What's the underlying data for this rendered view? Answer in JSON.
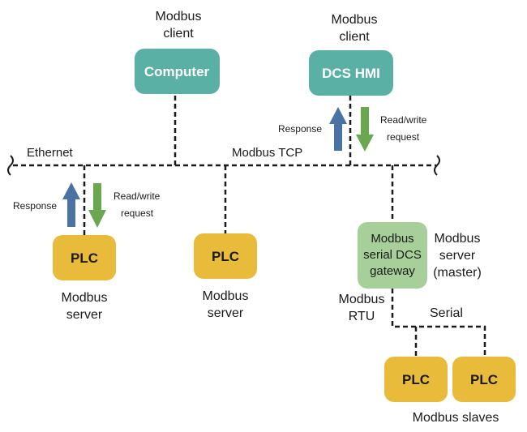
{
  "colors": {
    "teal": "#5bb0a5",
    "plc_yellow": "#e8bb3a",
    "gateway_green": "#a7cf9a",
    "response_arrow": "#4a72a3",
    "request_arrow": "#6aa84f"
  },
  "nodes": {
    "computer": {
      "label": "Computer",
      "role_line1": "Modbus",
      "role_line2": "client"
    },
    "dcs_hmi": {
      "label": "DCS HMI",
      "role_line1": "Modbus",
      "role_line2": "client"
    },
    "plc1": {
      "label": "PLC",
      "role_line1": "Modbus",
      "role_line2": "server"
    },
    "plc2": {
      "label": "PLC",
      "role_line1": "Modbus",
      "role_line2": "server"
    },
    "gateway": {
      "line1": "Modbus",
      "line2": "serial DCS",
      "line3": "gateway",
      "role_line1": "Modbus",
      "role_line2": "server",
      "role_line3": "(master)"
    },
    "slave1": {
      "label": "PLC"
    },
    "slave2": {
      "label": "PLC"
    },
    "slaves_caption": "Modbus slaves"
  },
  "network": {
    "ethernet": "Ethernet",
    "modbus_tcp": "Modbus TCP",
    "modbus_rtu_line1": "Modbus",
    "modbus_rtu_line2": "RTU",
    "serial": "Serial"
  },
  "arrows": {
    "response": "Response",
    "request_line1": "Read/write",
    "request_line2": "request"
  }
}
